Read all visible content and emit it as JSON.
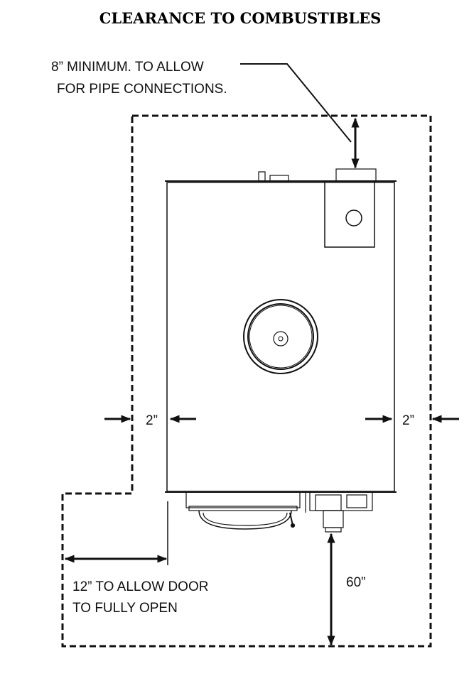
{
  "title": "CLEARANCE TO COMBUSTIBLES",
  "labels": {
    "top_line1": "8” MINIMUM.  TO ALLOW",
    "top_line2": "FOR PIPE CONNECTIONS.",
    "left_side": "2”",
    "right_side": "2”",
    "door_line1": "12” TO ALLOW DOOR",
    "door_line2": "TO FULLY OPEN",
    "front": "60”"
  },
  "colors": {
    "line": "#111111",
    "background": "#ffffff"
  }
}
